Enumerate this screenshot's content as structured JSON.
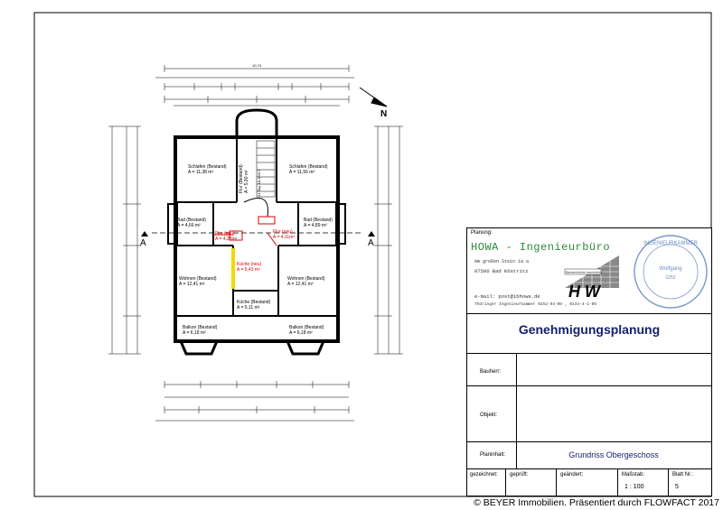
{
  "plan": {
    "overall_dim": "10,74",
    "north": "N",
    "section_mark": "A",
    "rooms": [
      {
        "name": "Schlafen (Bestand)",
        "area": "A = 11,38 m²"
      },
      {
        "name": "Schlafen (Bestand)",
        "area": "A = 11,56 m²"
      },
      {
        "name": "Flur (Bestand)",
        "area": "A = 5,90 m²"
      },
      {
        "name": "Bad (Bestand)",
        "area": "A = 4,66 m²"
      },
      {
        "name": "Bad (Bestand)",
        "area": "A = 4,89 m²"
      },
      {
        "name": "Flur (neu)",
        "area": "A = 4,28m²"
      },
      {
        "name": "Flur (neu)",
        "area": "A = 4,11m²"
      },
      {
        "name": "Küche (neu)",
        "area": "A = 5,43 m²"
      },
      {
        "name": "Wohnen (Bestand)",
        "area": "A = 12,41 m²"
      },
      {
        "name": "Wohnen (Bestand)",
        "area": "A = 12,41 m²"
      },
      {
        "name": "Küche (Bestand)",
        "area": "A = 5,11 m²"
      },
      {
        "name": "Balkon (Bestand)",
        "area": "A = 6,18 m²"
      },
      {
        "name": "Balkon (Bestand)",
        "area": "A = 6,18 m²"
      }
    ],
    "stair_label": "14 Stg. 18,4/26,5"
  },
  "titleblock": {
    "planung_label": "Planung:",
    "firm_name": "HOWA - Ingenieurbüro",
    "address_1": "Am großen Stein 1a a",
    "address_2": "07586 Bad Köstritz",
    "email": "e-mail: post@ibhowa.de",
    "chamber": "Thüringer Ingenieurkammer 0252-94-BV , 0144-4-1-05",
    "logo_caption": "Bauingenieurbüro Ingenieurbüro",
    "title": "Genehmigungsplanung",
    "bauherr_label": "Bauherr:",
    "objekt_label": "Objekt:",
    "planinhalt_label": "Planinhalt:",
    "planinhalt_value": "Grundriss Obergeschoss",
    "gezeichnet_label": "gezeichnet:",
    "geprueft_label": "geprüft:",
    "geaendert_label": "geändert:",
    "massstab_label": "Maßstab:",
    "massstab_value": "1 : 100",
    "blatt_label": "Blatt Nr.:",
    "blatt_value": "5"
  },
  "footer": {
    "copyright": "© BEYER Immobilien. Präsentiert durch FLOWFACT 2017"
  }
}
